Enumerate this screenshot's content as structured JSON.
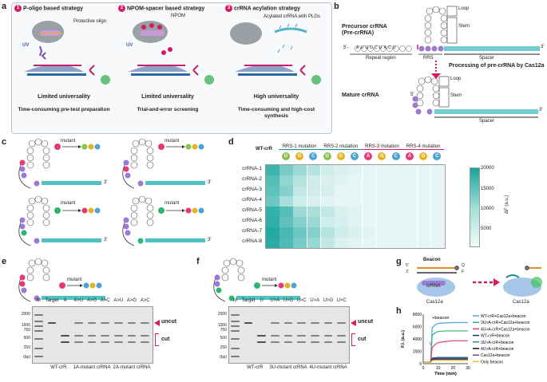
{
  "panels": {
    "a": "a",
    "b": "b",
    "c": "c",
    "d": "d",
    "e": "e",
    "f": "f",
    "g": "g",
    "h": "h"
  },
  "a": {
    "strategies": [
      {
        "num": "1",
        "title": "P-oligo based  strategy",
        "label": "Protective oligo",
        "uv": "UV",
        "limit": "Limited universality",
        "sub": "Time-consuming pre-test preparation"
      },
      {
        "num": "2",
        "title": "NPOM-spacer based  strategy",
        "label": "NPOM",
        "uv": "UV",
        "limit": "Limited universality",
        "sub": "Trial-and-error screening"
      },
      {
        "num": "3",
        "title": "crRNA acylation  strategy",
        "label": "Acylated crRNA with PLGs",
        "uv": "",
        "limit": "High universality",
        "sub": "Time-consuming and high-cost synthesis"
      }
    ]
  },
  "b": {
    "precursor": "Precursor crRNA (Pre-crRNA)",
    "processing": "Processing of pre-crRNA by Cas12a",
    "mature": "Mature crRNA",
    "loop": "Loop",
    "stem": "Stem",
    "spacer": "Spacer",
    "repeat": "Repeat region",
    "rrs": "RRS",
    "five": "5'",
    "three": "3'",
    "seq5": "5'-",
    "repeat_seq": "AUUUCUACU",
    "nums": [
      "10",
      "9",
      "8",
      "6",
      "3",
      "2",
      "1",
      "14",
      "16",
      "18",
      "20",
      "4"
    ]
  },
  "c": {
    "mutant": "mutant",
    "three": "3'",
    "five": "5'",
    "labels": [
      "1",
      "2",
      "3",
      "4"
    ]
  },
  "d": {
    "wt": "WT-crR",
    "groups": [
      "RRS-1 mutation",
      "RRS-2 mutation",
      "RRS-3 mutation",
      "RRS-4 mutation"
    ],
    "cols": [
      "U",
      "G",
      "C",
      "U",
      "G",
      "C",
      "A",
      "G",
      "C",
      "A",
      "G",
      "C"
    ],
    "rows": [
      "crRNA-1",
      "crRNA-2",
      "crRNA-3",
      "crRNA-4",
      "crRNA-5",
      "crRNA-6",
      "crRNA-7",
      "crRNA-8"
    ],
    "colorbar_label": "ΔF (a.u.)",
    "colorbar_ticks": [
      "20000",
      "15000",
      "10000",
      "5000"
    ]
  },
  "e": {
    "lanes": [
      "M",
      "Target",
      "A",
      "A>U",
      "A>G",
      "A>C",
      "A>U",
      "A>G",
      "A>C"
    ],
    "ladder": [
      "2000",
      "1000",
      "750",
      "500",
      "250",
      "(bp)"
    ],
    "uncut": "uncut",
    "cut": "cut",
    "groups": [
      "WT-crR",
      "1A-mutant crRNA",
      "2A-mutant crRNA"
    ],
    "mutant": "mutant"
  },
  "f": {
    "lanes": [
      "M",
      "Target",
      "U",
      "U>A",
      "U>G",
      "U>C",
      "U>A",
      "U>G",
      "U>C"
    ],
    "ladder": [
      "2000",
      "1000",
      "750",
      "500",
      "250",
      "(bp)"
    ],
    "uncut": "uncut",
    "cut": "cut",
    "groups": [
      "WT-crR",
      "3U-mutant crRNA",
      "4U-mutant crRNA"
    ],
    "mutant": "mutant"
  },
  "g": {
    "beacon": "Beacon",
    "q": "Q",
    "f": "F",
    "five": "5'",
    "three": "3'",
    "crrna": "crRNA",
    "cas": "Cas12a"
  },
  "h": {
    "ylabel": "F.I. (a.u.)",
    "xlabel": "Time (min)",
    "annot": "+beacon",
    "annot2": "V",
    "xticks": [
      "0",
      "10",
      "20",
      "30"
    ],
    "yticks": [
      "0",
      "2000",
      "4000",
      "6000",
      "8000"
    ]
  },
  "chart_data": [
    {
      "type": "line",
      "xlabel": "Time (min)",
      "ylabel": "F.I. (a.u.)",
      "xlim": [
        0,
        30
      ],
      "ylim": [
        0,
        8000
      ],
      "x": [
        0,
        5,
        6,
        8,
        10,
        15,
        20,
        25,
        30
      ],
      "series": [
        {
          "name": "WT-crR+Cas12a+beacon",
          "color": "#4fa3e0",
          "values": [
            200,
            200,
            5800,
            6300,
            6500,
            6600,
            6650,
            6650,
            6650
          ]
        },
        {
          "name": "3U>A-crR+Cas12a+beacon",
          "color": "#2bb673",
          "values": [
            200,
            200,
            4600,
            5000,
            5200,
            5300,
            5300,
            5300,
            5300
          ]
        },
        {
          "name": "4U>A-crR+Cas12a+beacon",
          "color": "#e6397a",
          "values": [
            200,
            200,
            2600,
            3100,
            3400,
            3600,
            3700,
            3700,
            3700
          ]
        },
        {
          "name": "WT-crR+beacon",
          "color": "#1b3a8f",
          "values": [
            200,
            200,
            900,
            950,
            1000,
            1000,
            1000,
            1000,
            1000
          ]
        },
        {
          "name": "3U>A-crR+beacon",
          "color": "#2c8a8a",
          "values": [
            200,
            200,
            800,
            850,
            900,
            900,
            900,
            900,
            900
          ]
        },
        {
          "name": "4U>A-crR+beacon",
          "color": "#111111",
          "values": [
            200,
            200,
            700,
            750,
            750,
            750,
            750,
            750,
            750
          ]
        },
        {
          "name": "Cas12a+beacon",
          "color": "#7b3fa0",
          "values": [
            200,
            200,
            600,
            650,
            650,
            650,
            650,
            650,
            650
          ]
        },
        {
          "name": "Only beacon",
          "color": "#e0c02a",
          "values": [
            200,
            200,
            500,
            550,
            550,
            550,
            550,
            550,
            550
          ]
        }
      ]
    },
    {
      "type": "heatmap",
      "colorbar_label": "ΔF (a.u.)",
      "range": [
        2000,
        20000
      ],
      "rows": [
        "crRNA-1",
        "crRNA-2",
        "crRNA-3",
        "crRNA-4",
        "crRNA-5",
        "crRNA-6",
        "crRNA-7",
        "crRNA-8"
      ],
      "cols": [
        "WT-crR",
        "U",
        "G",
        "C",
        "U",
        "G",
        "C",
        "A",
        "G",
        "C",
        "A",
        "G",
        "C"
      ],
      "values": [
        [
          17000,
          12000,
          9000,
          7000,
          5000,
          4000,
          3500,
          3000,
          3000,
          3000,
          3000,
          3000,
          3000
        ],
        [
          15000,
          10000,
          7000,
          5000,
          4000,
          3500,
          3000,
          3000,
          3000,
          3000,
          3000,
          3000,
          3000
        ],
        [
          14000,
          11000,
          6000,
          5000,
          4500,
          3000,
          3000,
          3000,
          3000,
          3000,
          3000,
          3000,
          3000
        ],
        [
          13000,
          8000,
          5000,
          4000,
          3500,
          3000,
          3000,
          3000,
          3000,
          3000,
          3000,
          3000,
          3000
        ],
        [
          17500,
          15000,
          9000,
          8000,
          6000,
          4000,
          3500,
          3000,
          3000,
          3000,
          3000,
          3000,
          3000
        ],
        [
          18000,
          14000,
          11000,
          9000,
          5000,
          4500,
          3500,
          3000,
          3000,
          3000,
          3000,
          3000,
          3000
        ],
        [
          19000,
          16000,
          13000,
          11000,
          7000,
          5000,
          4000,
          3500,
          3000,
          3000,
          3000,
          3000,
          3000
        ],
        [
          18500,
          15500,
          12000,
          9500,
          6000,
          4000,
          3500,
          3000,
          3000,
          3000,
          3000,
          3000,
          3000
        ]
      ]
    }
  ]
}
